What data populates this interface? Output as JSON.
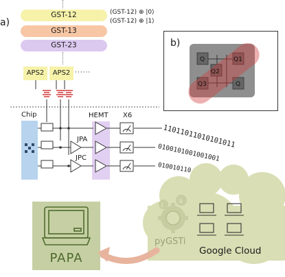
{
  "panel_a": {
    "label": "a)",
    "gates": [
      {
        "label": "GST-12",
        "color": "#f6f2a9"
      },
      {
        "label": "GST-13",
        "color": "#f7c6a4"
      },
      {
        "label": "GST-23",
        "color": "#dcc9ef"
      }
    ],
    "kets": [
      "(GST-12) ⊕ |0⟩",
      "(GST-12) ⊕ |1⟩"
    ],
    "aps": [
      "APS2",
      "APS2"
    ],
    "aps_more": "······",
    "chip_label": "Chip",
    "hemt_label": "HEMT",
    "x6_label": "X6",
    "jpa_label": "JPA",
    "jpc_label": "JPC",
    "bitstreams": [
      "11011011010101011",
      "0100101001001001",
      "010010110"
    ]
  },
  "panel_b": {
    "label": "b)",
    "qubits": [
      "Q",
      "Q1",
      "Q2",
      "Q3",
      "Q"
    ]
  },
  "cloud": {
    "software_label": "pyGSTi",
    "service_label": "Google Cloud"
  },
  "papa": {
    "label": "PAPA"
  },
  "colors": {
    "yellow": "#f6f2a9",
    "orange": "#f7c6a4",
    "purple": "#dcc9ef",
    "chip_blue": "#b7d3ee",
    "hemt_purple": "#e2d0f2",
    "cloud_green": "#d9deb4",
    "papa_green": "#c6cfa3",
    "papa_text": "#4e6a2c",
    "red": "#d23a3a",
    "arrow": "#e8b49d"
  }
}
